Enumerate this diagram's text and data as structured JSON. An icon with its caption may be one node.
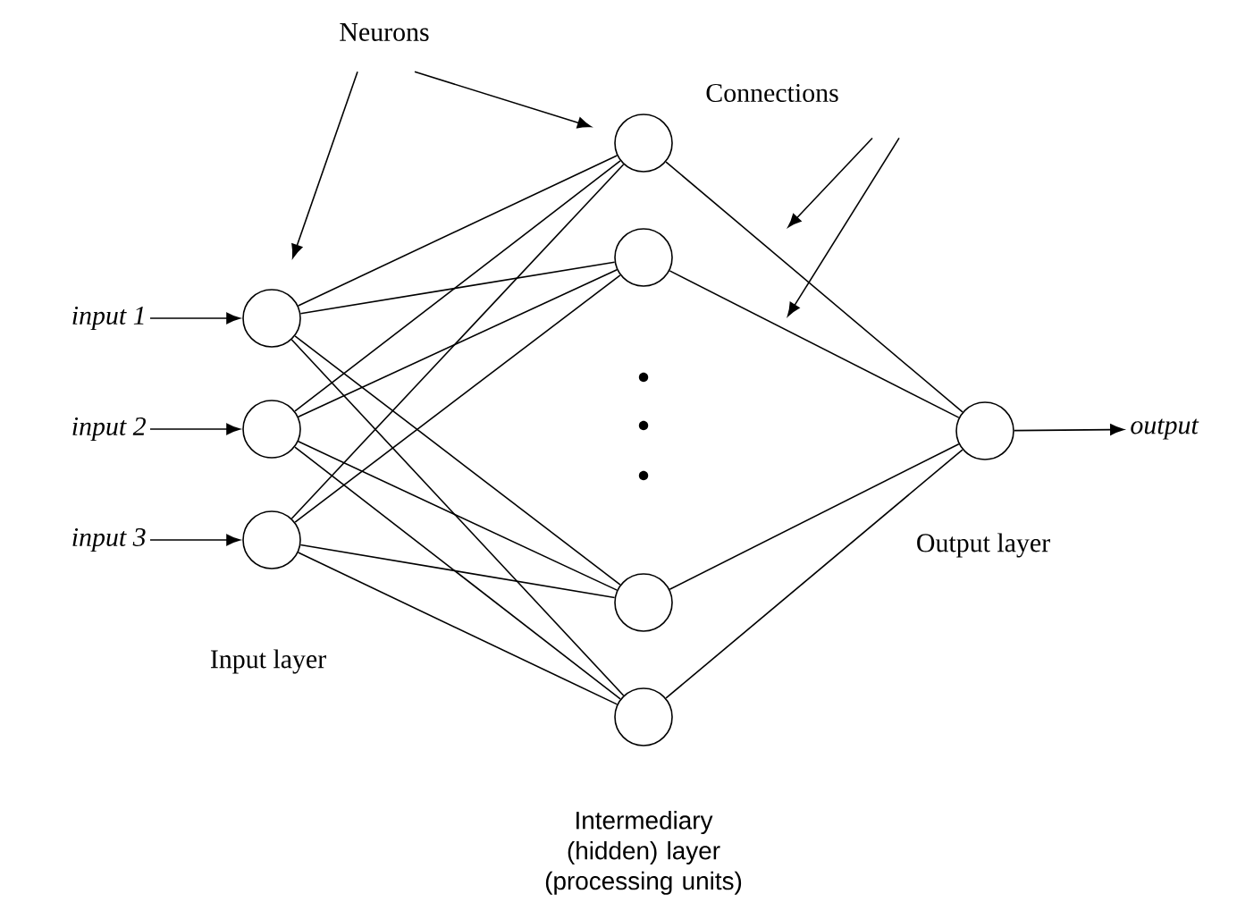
{
  "diagram": {
    "nodes": [
      {
        "text": [
          "Neurons"
        ]
      },
      {
        "text": [
          "Connections"
        ]
      },
      {
        "text": [
          "input 1"
        ]
      },
      {
        "text": [
          "input 2"
        ]
      },
      {
        "text": [
          "input 3"
        ]
      },
      {
        "text": [],
        "shape": "circle"
      },
      {
        "text": [],
        "shape": "circle"
      },
      {
        "text": [],
        "shape": "circle"
      },
      {
        "text": [],
        "shape": "circle"
      },
      {
        "text": [],
        "shape": "circle"
      },
      {
        "text": [],
        "shape": "circle"
      },
      {
        "text": [],
        "shape": "circle"
      },
      {
        "text": [],
        "shape": "circle"
      },
      {
        "text": [
          "output"
        ]
      }
    ],
    "edges": [
      {
        "from": 0,
        "to": 5,
        "arrow": "to"
      },
      {
        "from": 0,
        "to": 8,
        "arrow": "to"
      },
      {
        "from": 1,
        "to": null,
        "arrow": "to"
      },
      {
        "from": 1,
        "to": null,
        "arrow": "to"
      },
      {
        "from": 2,
        "to": 5,
        "arrow": "to"
      },
      {
        "from": 3,
        "to": 6,
        "arrow": "to"
      },
      {
        "from": 4,
        "to": 7,
        "arrow": "to"
      },
      {
        "from": 5,
        "to": 8,
        "arrow": "none"
      },
      {
        "from": 5,
        "to": 9,
        "arrow": "none"
      },
      {
        "from": 5,
        "to": 10,
        "arrow": "none"
      },
      {
        "from": 5,
        "to": 11,
        "arrow": "none"
      },
      {
        "from": 6,
        "to": 8,
        "arrow": "none"
      },
      {
        "from": 6,
        "to": 9,
        "arrow": "none"
      },
      {
        "from": 6,
        "to": 10,
        "arrow": "none"
      },
      {
        "from": 6,
        "to": 11,
        "arrow": "none"
      },
      {
        "from": 7,
        "to": 8,
        "arrow": "none"
      },
      {
        "from": 7,
        "to": 9,
        "arrow": "none"
      },
      {
        "from": 7,
        "to": 10,
        "arrow": "none"
      },
      {
        "from": 7,
        "to": 11,
        "arrow": "none"
      },
      {
        "from": 8,
        "to": 12,
        "arrow": "none"
      },
      {
        "from": 9,
        "to": 12,
        "arrow": "none"
      },
      {
        "from": 10,
        "to": 12,
        "arrow": "none"
      },
      {
        "from": 11,
        "to": 12,
        "arrow": "none"
      },
      {
        "from": 12,
        "to": 13,
        "arrow": "to"
      }
    ],
    "labels": [
      "Input layer",
      "Output layer",
      "Intermediary (hidden) layer (processing units)"
    ]
  }
}
